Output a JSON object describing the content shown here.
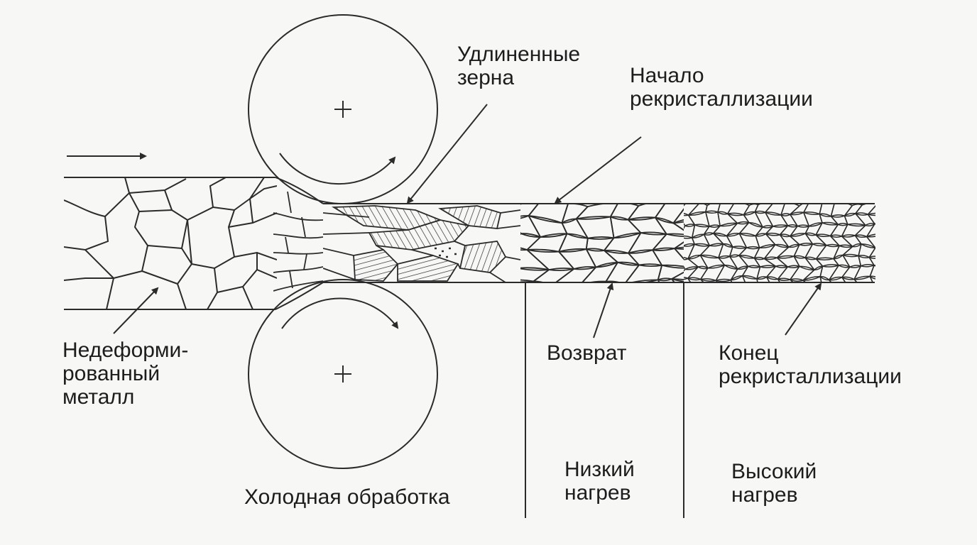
{
  "labels": {
    "elongated_grains": [
      "Удлиненные",
      "зерна"
    ],
    "recrystallization_start": [
      "Начало",
      "рекристаллизации"
    ],
    "undeformed_metal": [
      "Недеформи-",
      "рованный",
      "металл"
    ],
    "cold_working": "Холодная обработка",
    "recovery": "Возврат",
    "recrystallization_end": [
      "Конец",
      "рекристаллизации"
    ],
    "low_heat": [
      "Низкий",
      "нагрев"
    ],
    "high_heat": [
      "Высокий",
      "нагрев"
    ]
  },
  "colors": {
    "line": "#2b2b2b",
    "text": "#1d1d1d",
    "background": "#f7f7f6"
  }
}
